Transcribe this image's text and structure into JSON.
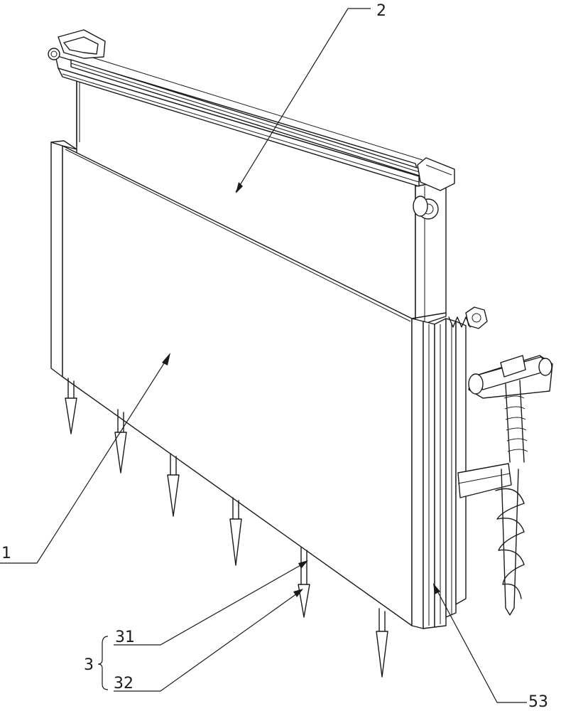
{
  "labels": {
    "board": "1",
    "upper_panel": "2",
    "spike_group": "3",
    "spike_rod": "31",
    "spike_tip": "32",
    "side_plates": "53"
  }
}
